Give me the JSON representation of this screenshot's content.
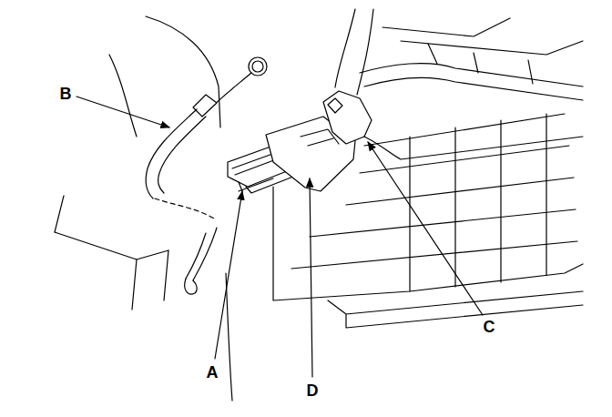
{
  "diagram": {
    "labels": [
      "B",
      "A",
      "D",
      "C"
    ]
  }
}
